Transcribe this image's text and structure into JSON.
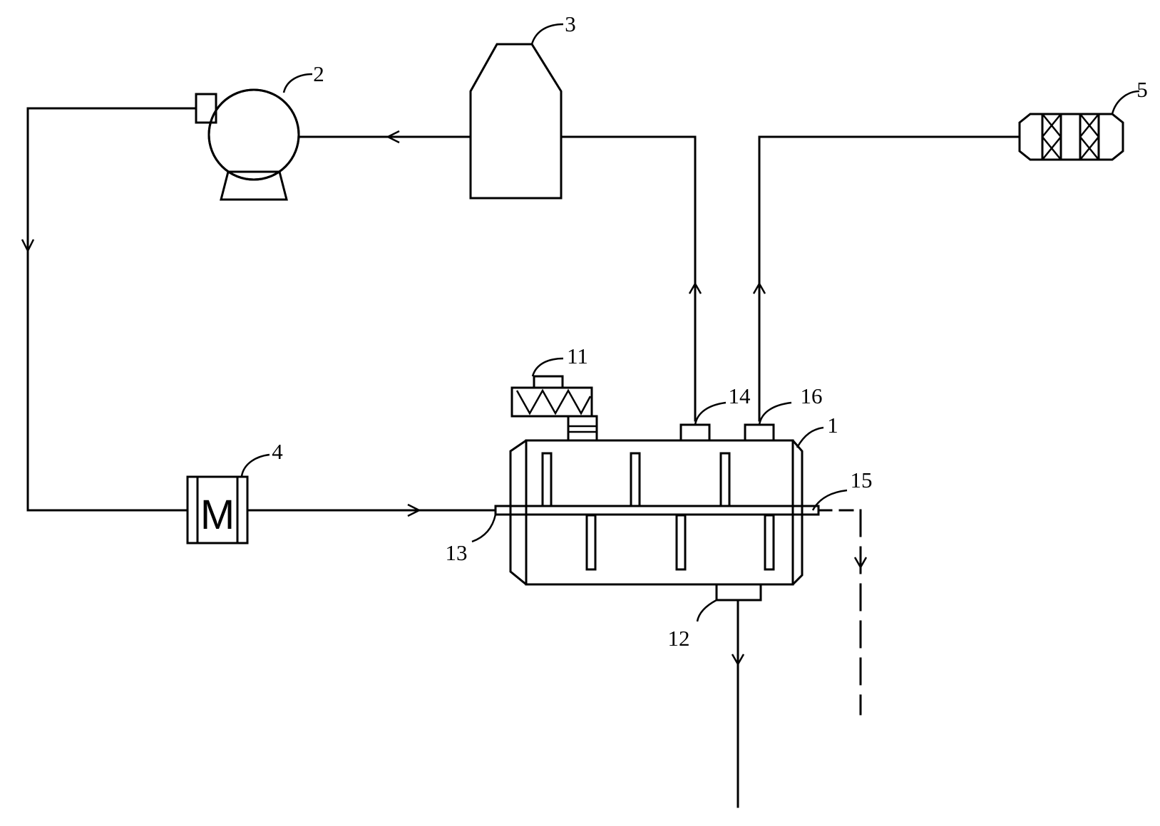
{
  "labels": {
    "tank": "1",
    "blower": "2",
    "cyclone": "3",
    "heater": "4",
    "filter": "5",
    "screw_feeder": "11",
    "bottom_outlet": "12",
    "shaft_inlet": "13",
    "gas_outlet": "14",
    "shaft_outlet": "15",
    "vent_outlet": "16",
    "heater_letter": "M"
  }
}
